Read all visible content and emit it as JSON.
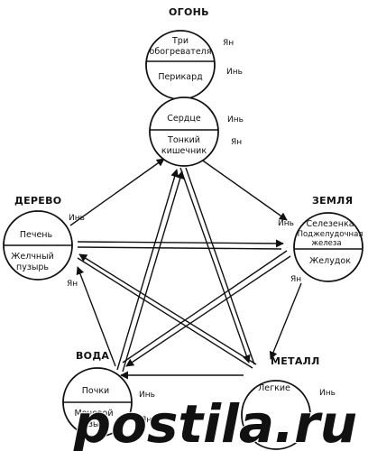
{
  "elements": {
    "fire": {
      "name": "ОГОНЬ",
      "outer": {
        "top_lines": [
          "Три",
          "обогревателя"
        ],
        "bottom_lines": [
          "Перикард"
        ],
        "top_label": "Ян",
        "bottom_label": "Инь"
      },
      "inner": {
        "top_lines": [
          "Сердце"
        ],
        "bottom_lines": [
          "Тонкий",
          "кишечник"
        ],
        "top_label": "Инь",
        "bottom_label": "Ян"
      }
    },
    "wood": {
      "name": "ДЕРЕВО",
      "top_lines": [
        "Печень"
      ],
      "bottom_lines": [
        "Желчный",
        "пузырь"
      ],
      "top_label": "Инь",
      "bottom_label": "Ян"
    },
    "earth": {
      "name": "ЗЕМЛЯ",
      "top_lines": [
        "Селезенка",
        "Поджелудочная",
        "железа"
      ],
      "bottom_lines": [
        "Желудок"
      ],
      "top_label": "Инь",
      "bottom_label": "Ян"
    },
    "water": {
      "name": "ВОДА",
      "top_lines": [
        "Почки"
      ],
      "bottom_lines": [
        "Мочевой",
        "пузырь"
      ],
      "top_label": "Инь",
      "bottom_label": "Ян"
    },
    "metal": {
      "name": "МЕТАЛЛ",
      "top_lines": [
        "Легкие"
      ],
      "top_label": "Инь"
    }
  },
  "watermark": "postila.ru"
}
